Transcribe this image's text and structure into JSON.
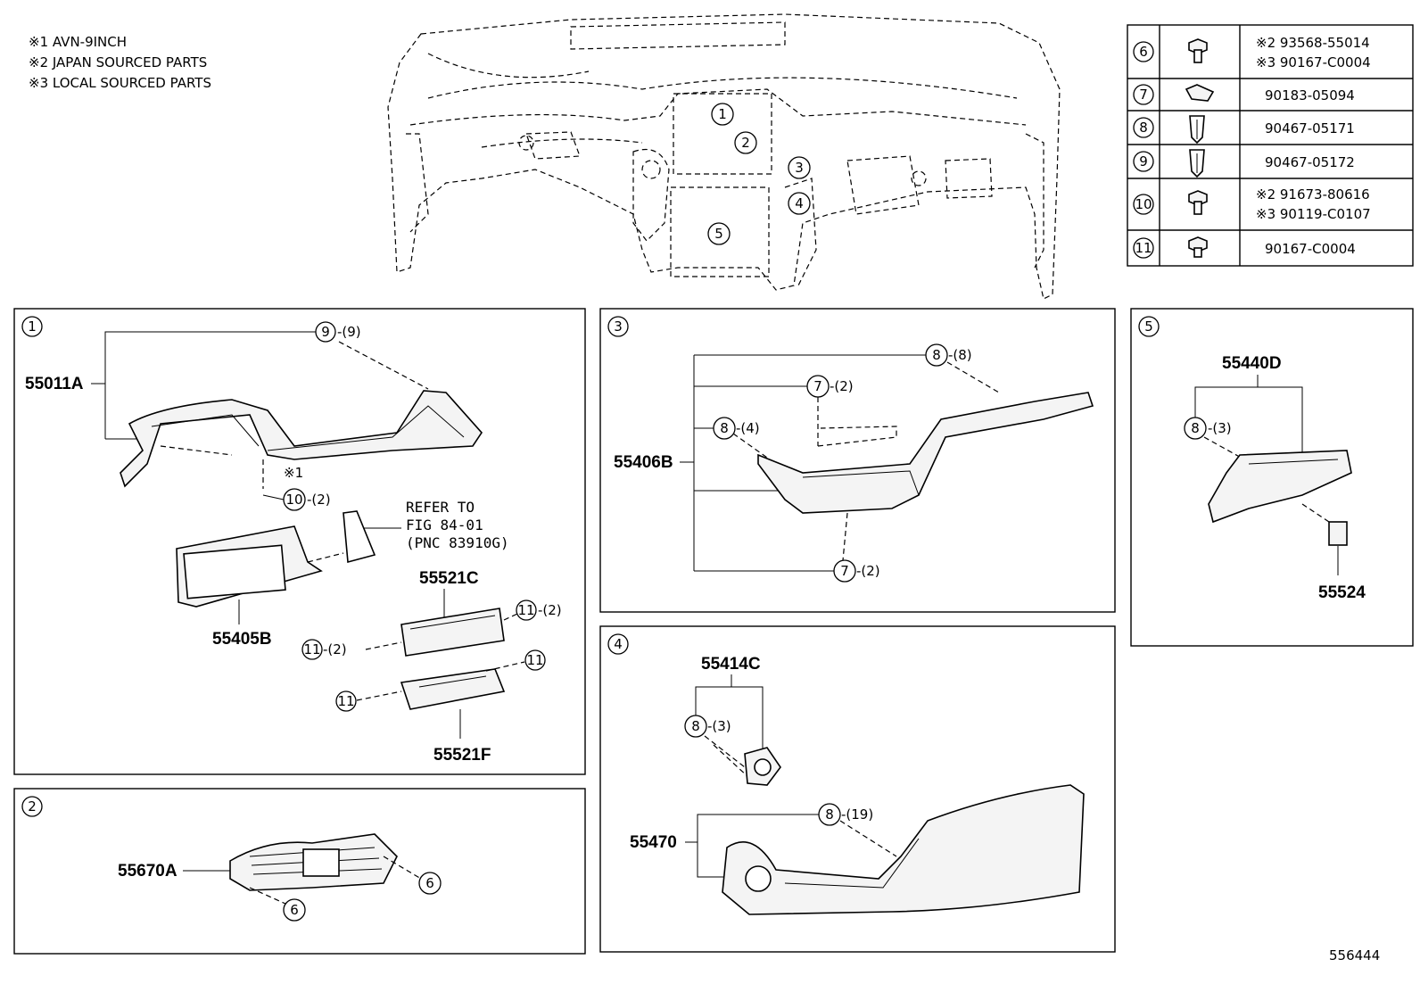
{
  "notes": [
    "※1 AVN-9INCH",
    "※2 JAPAN SOURCED PARTS",
    "※3 LOCAL SOURCED PARTS"
  ],
  "overview_callouts": [
    "1",
    "2",
    "3",
    "4",
    "5"
  ],
  "fastener_table": [
    {
      "ref": "6",
      "icon": "bolt-icon",
      "parts": [
        "※2 93568-55014",
        "※3 90167-C0004"
      ]
    },
    {
      "ref": "7",
      "icon": "nut-clip-icon",
      "parts": [
        "90183-05094"
      ]
    },
    {
      "ref": "8",
      "icon": "clip-icon",
      "parts": [
        "90467-05171"
      ]
    },
    {
      "ref": "9",
      "icon": "clip-icon",
      "parts": [
        "90467-05172"
      ]
    },
    {
      "ref": "10",
      "icon": "bolt-icon",
      "parts": [
        "※2 91673-80616",
        "※3 90119-C0107"
      ]
    },
    {
      "ref": "11",
      "icon": "bolt-icon",
      "parts": [
        "90167-C0004"
      ]
    }
  ],
  "panel1": {
    "label": "1",
    "pnc_1": "55011A",
    "pnc_2": "55405B",
    "pnc_3": "55521C",
    "pnc_4": "55521F",
    "refer": [
      "REFER TO",
      "FIG 84-01",
      "(PNC 83910G)"
    ],
    "note_ref": "※1",
    "c9": "9",
    "c9q": "-(9)",
    "c10": "10",
    "c10q": "-(2)",
    "c11a": "11",
    "c11aq": "-(2)",
    "c11b": "11",
    "c11bq": "-(2)",
    "c11c": "11",
    "c11d": "11"
  },
  "panel2": {
    "label": "2",
    "pnc": "55670A",
    "c6a": "6",
    "c6b": "6"
  },
  "panel3": {
    "label": "3",
    "pnc": "55406B",
    "c8a": "8",
    "c8aq": "-(8)",
    "c7a": "7",
    "c7aq": "-(2)",
    "c8b": "8",
    "c8bq": "-(4)",
    "c7b": "7",
    "c7bq": "-(2)"
  },
  "panel4": {
    "label": "4",
    "pnc_1": "55414C",
    "pnc_2": "55470",
    "c8a": "8",
    "c8aq": "-(3)",
    "c8b": "8",
    "c8bq": "-(19)"
  },
  "panel5": {
    "label": "5",
    "pnc_1": "55440D",
    "pnc_2": "55524",
    "c8": "8",
    "c8q": "-(3)"
  },
  "figure_id": "556444"
}
